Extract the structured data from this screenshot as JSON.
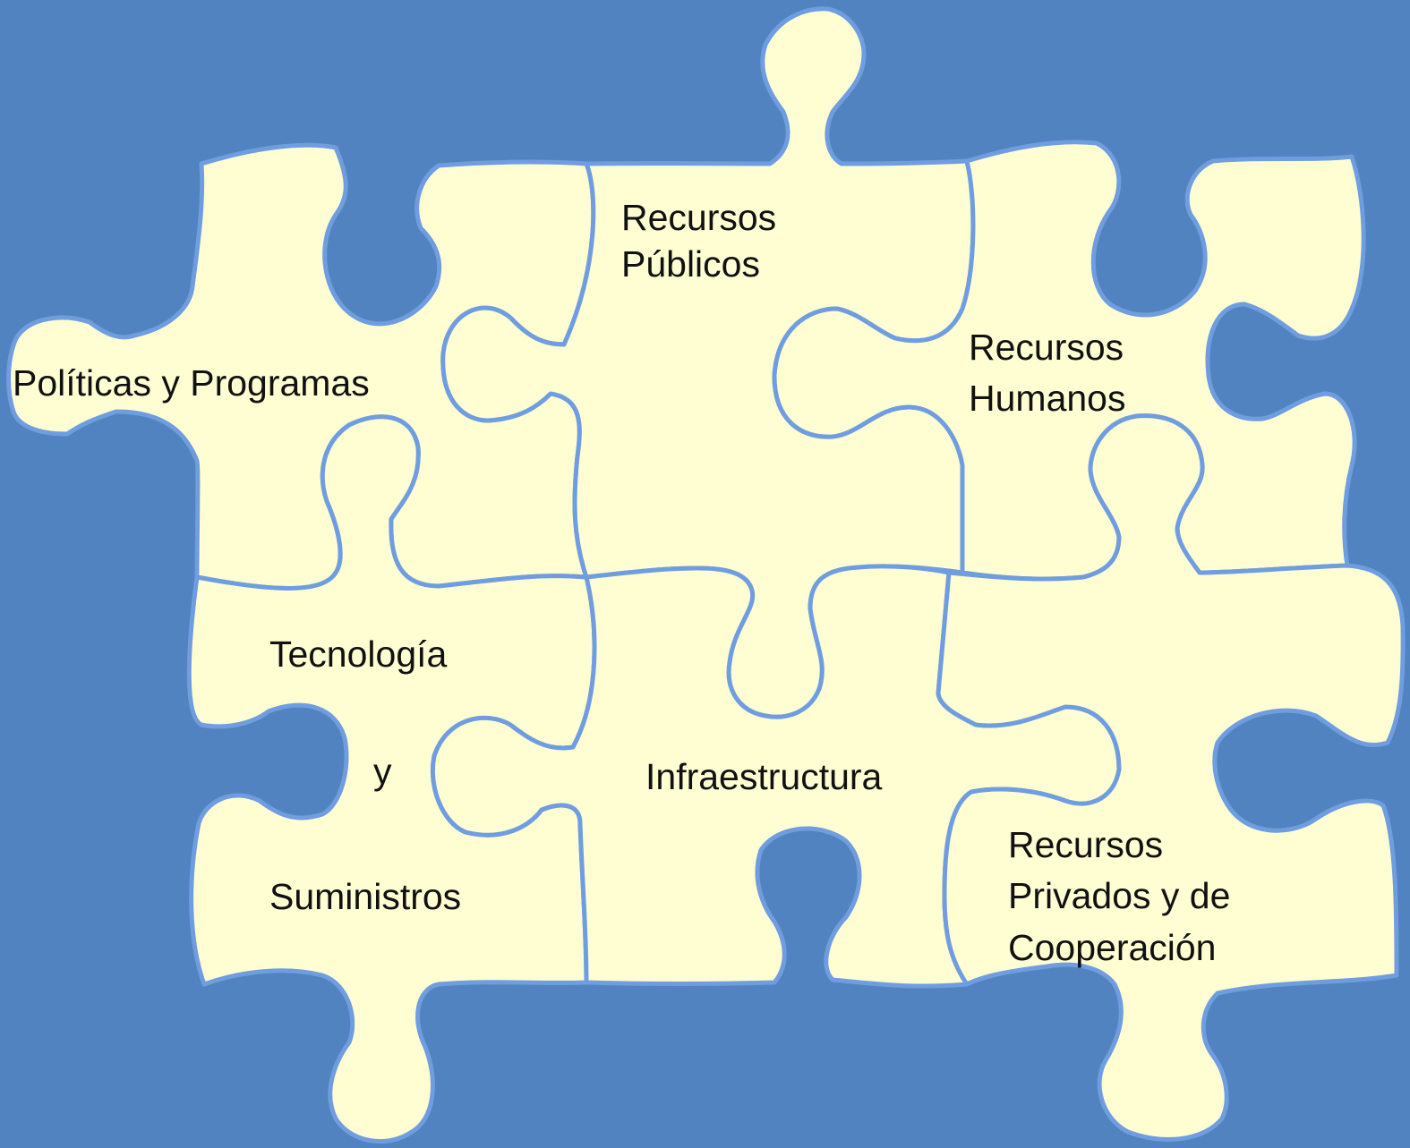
{
  "colors": {
    "background": "#5083bf",
    "piece_fill": "#fffed2",
    "piece_stroke": "#6f9de0",
    "text": "#111111"
  },
  "pieces": {
    "politicas": {
      "lines": [
        "Políticas y Programas"
      ]
    },
    "publicos": {
      "lines": [
        "Recursos",
        "Públicos"
      ]
    },
    "humanos": {
      "lines": [
        "Recursos",
        "Humanos"
      ]
    },
    "tecnologia": {
      "lines": [
        "Tecnología",
        "y",
        "Suministros"
      ]
    },
    "infraestructura": {
      "lines": [
        "Infraestructura"
      ]
    },
    "privados": {
      "lines": [
        "Recursos",
        "Privados y de",
        "Cooperación"
      ]
    }
  }
}
